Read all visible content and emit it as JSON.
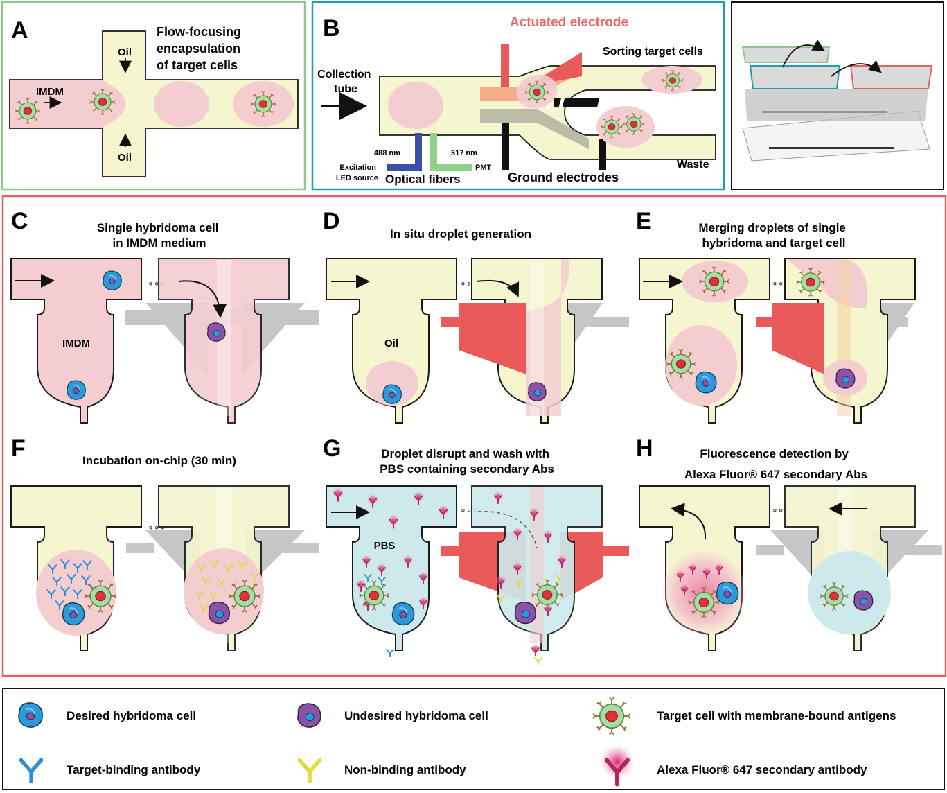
{
  "panel_a": {
    "letter": "A",
    "title": [
      "Flow-focusing",
      "encapsulation",
      "of target cells"
    ],
    "oil_top": "Oil",
    "oil_bottom": "Oil",
    "medium": "IMDM"
  },
  "panel_b": {
    "letter": "B",
    "collection": [
      "Collection",
      "tube"
    ],
    "actuated": "Actuated electrode",
    "sorting": "Sorting target cells",
    "waste": "Waste",
    "ground": "Ground electrodes",
    "wl_excitation": "488 nm",
    "wl_emission": "517 nm",
    "excitation": [
      "Excitation",
      "LED source"
    ],
    "pmt": "PMT",
    "fibers": "Optical fibers"
  },
  "panel_c": {
    "letter": "C",
    "title": [
      "Single hybridoma cell",
      "in IMDM medium"
    ],
    "inner": "IMDM"
  },
  "panel_d": {
    "letter": "D",
    "title": [
      "In situ droplet generation"
    ],
    "inner": "Oil"
  },
  "panel_e": {
    "letter": "E",
    "title": [
      "Merging droplets of single",
      "hybridoma and target cell"
    ]
  },
  "panel_f": {
    "letter": "F",
    "title": [
      "Incubation on-chip (30 min)"
    ]
  },
  "panel_g": {
    "letter": "G",
    "title": [
      "Droplet disrupt and wash with",
      "PBS containing secondary Abs"
    ],
    "inner": "PBS"
  },
  "panel_h": {
    "letter": "H",
    "title": [
      "Fluorescence detection by",
      "Alexa Fluor® 647 secondary Abs"
    ]
  },
  "ellipsis": "∘∘∘",
  "legend": {
    "desired": "Desired hybridoma cell",
    "undesired": "Undesired hybridoma cell",
    "target": "Target cell with membrane-bound antigens",
    "binding": "Target-binding antibody",
    "nonbinding": "Non-binding antibody",
    "secondary": "Alexa Fluor® 647 secondary antibody"
  },
  "colors": {
    "frame_a": "#8dc98a",
    "frame_b": "#1fa0a8",
    "frame_main": "#e8605a",
    "channel_yellow": "#f5f5cf",
    "droplet_pink": "#f3cdd0",
    "pbs_blue": "#cde9ec",
    "electrode_red": "#ea5a5a",
    "electrode_gray": "#c6c6c6",
    "cell_blue": "#2a9bd8",
    "cell_purple": "#8a52a8",
    "cell_green": "#a9dba3",
    "ab_blue": "#2f8fd6",
    "ab_yellow": "#e3d93a",
    "ab_magenta": "#cf2a72"
  }
}
